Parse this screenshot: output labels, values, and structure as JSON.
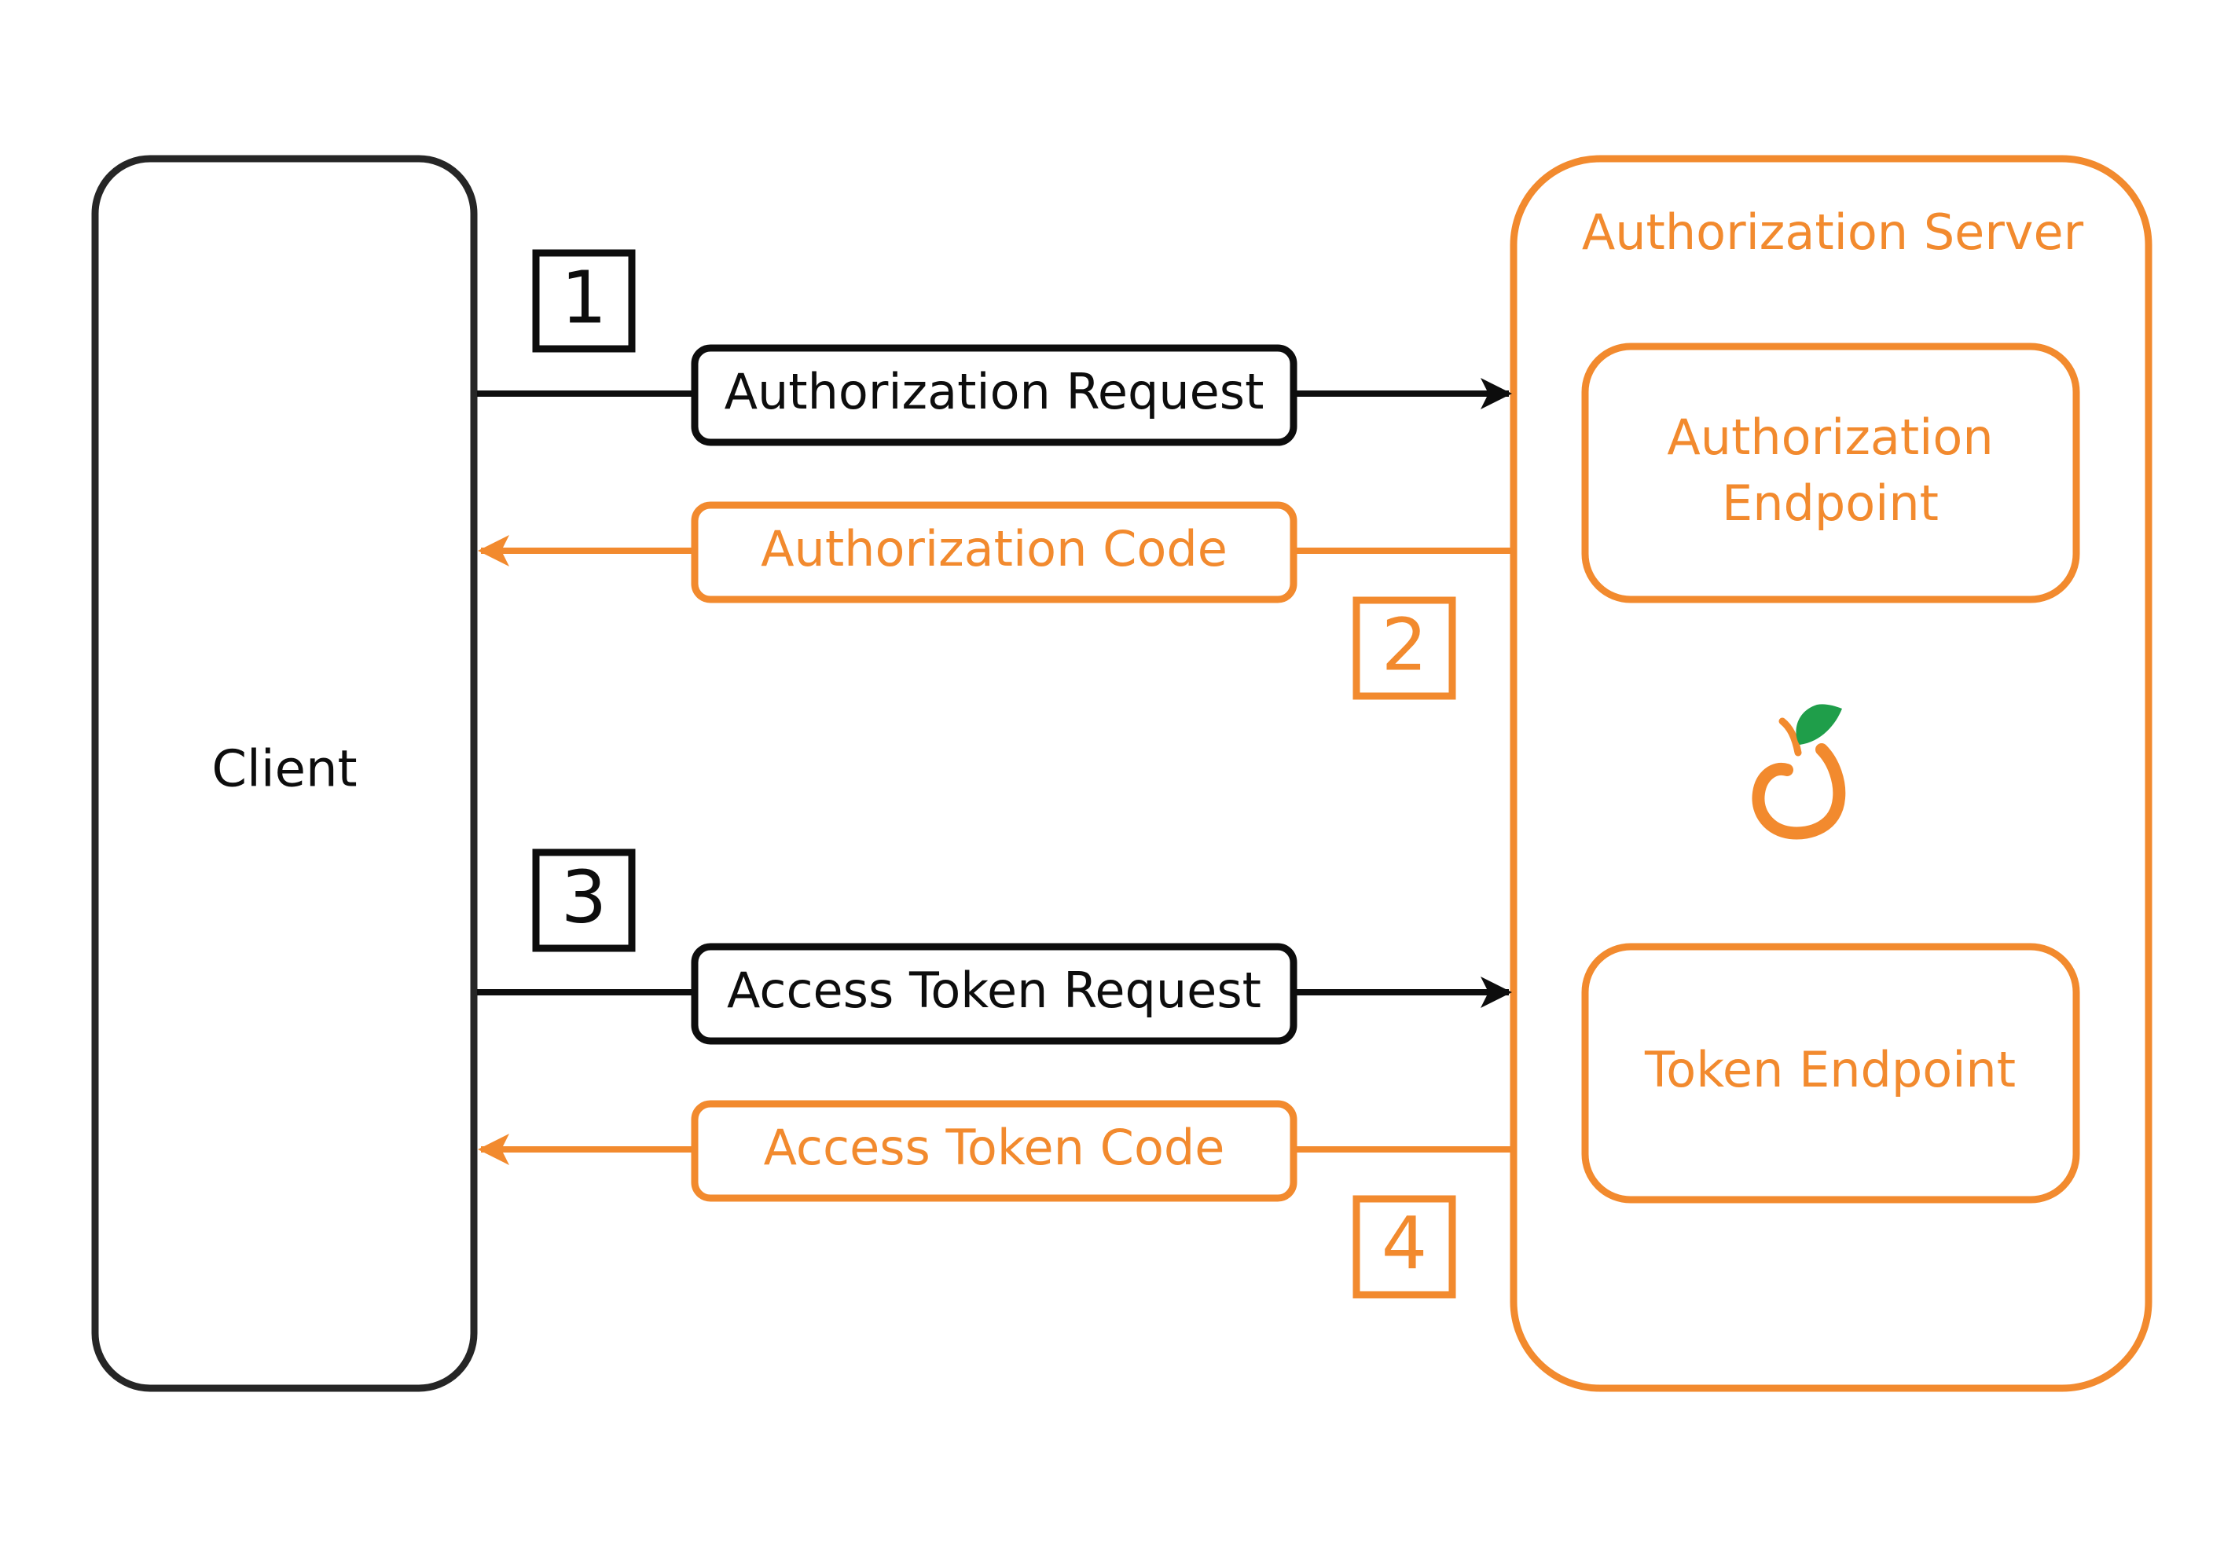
{
  "colors": {
    "black": "#0d0d0d",
    "orange": "#f28a2e",
    "leaf": "#1f9e4a",
    "background": "#ffffff"
  },
  "client": {
    "label": "Client"
  },
  "server": {
    "title": "Authorization Server",
    "auth_endpoint": {
      "line1": "Authorization",
      "line2": "Endpoint"
    },
    "token_endpoint": {
      "label": "Token Endpoint"
    },
    "logo_icon": "orange-fruit-icon"
  },
  "flows": [
    {
      "step": "1",
      "label": "Authorization Request",
      "direction": "client-to-server",
      "color": "black"
    },
    {
      "step": "2",
      "label": "Authorization Code",
      "direction": "server-to-client",
      "color": "orange"
    },
    {
      "step": "3",
      "label": "Access Token Request",
      "direction": "client-to-server",
      "color": "black"
    },
    {
      "step": "4",
      "label": "Access Token Code",
      "direction": "server-to-client",
      "color": "orange"
    }
  ]
}
